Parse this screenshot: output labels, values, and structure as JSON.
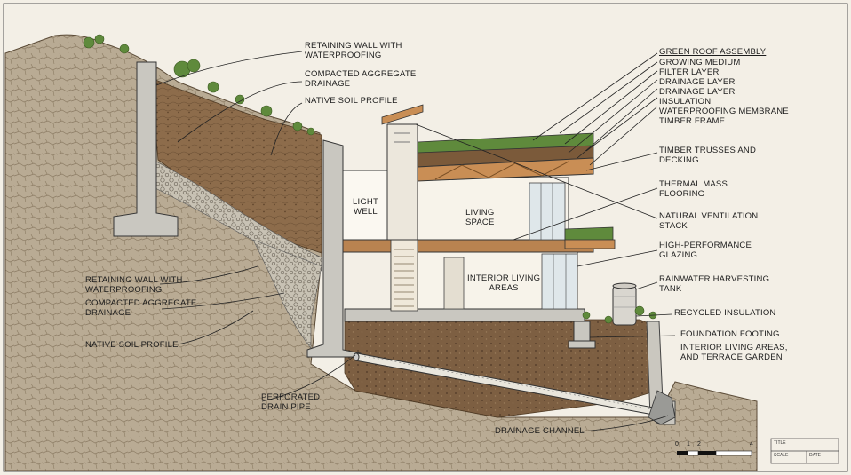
{
  "labels": {
    "retaining_wall_upper": "RETAINING WALL WITH\nWATERPROOFING",
    "compacted_aggregate_upper": "COMPACTED AGGREGATE\nDRAINAGE",
    "native_soil_upper": "NATIVE SOIL PROFILE",
    "retaining_wall_lower": "RETAINING WALL WITH\nWATERPROOFING",
    "compacted_aggregate_lower": "COMPACTED AGGREGATE\nDRAINAGE",
    "native_soil_lower": "NATIVE SOIL PROFILE",
    "perforated_drain_pipe": "PERFORATED\nDRAIN PIPE",
    "drainage_channel": "DRAINAGE CHANNEL",
    "light_well": "LIGHT\nWELL",
    "living_space": "LIVING\nSPACE",
    "interior_living_areas": "INTERIOR LIVING\nAREAS",
    "green_roof_assembly": "GREEN ROOF ASSEMBLY",
    "green_roof_layers": "GROWING MEDIUM\nFILTER LAYER\nDRAINAGE LAYER\nDRAINAGE LAYER\nINSULATION\nWATERPROOFING MEMBRANE\nTIMBER FRAME",
    "timber_trusses": "TIMBER TRUSSES AND\nDECKING",
    "thermal_mass": "THERMAL MASS\nFLOORING",
    "natural_ventilation": "NATURAL VENTILATION\nSTACK",
    "glazing": "HIGH-PERFORMANCE\nGLAZING",
    "rainwater_tank": "RAINWATER HARVESTING\nTANK",
    "recycled_insulation": "RECYCLED INSULATION",
    "foundation_footing": "FOUNDATION FOOTING",
    "interior_terrace": "INTERIOR LIVING AREAS,\nAND TERRACE GARDEN"
  },
  "scale_bar": {
    "ticks": [
      "0",
      "1",
      "2",
      "4"
    ]
  },
  "title_block": {
    "title": "TITLE",
    "scale": "SCALE",
    "date": "DATE"
  },
  "colors": {
    "background": "#f3efe6",
    "soil": "#8a6a4a",
    "rock": "#b4a48c",
    "concrete": "#c9c7c0",
    "timber": "#c98e55",
    "greenery": "#5f8a3c",
    "ink": "#1d1d1d"
  }
}
